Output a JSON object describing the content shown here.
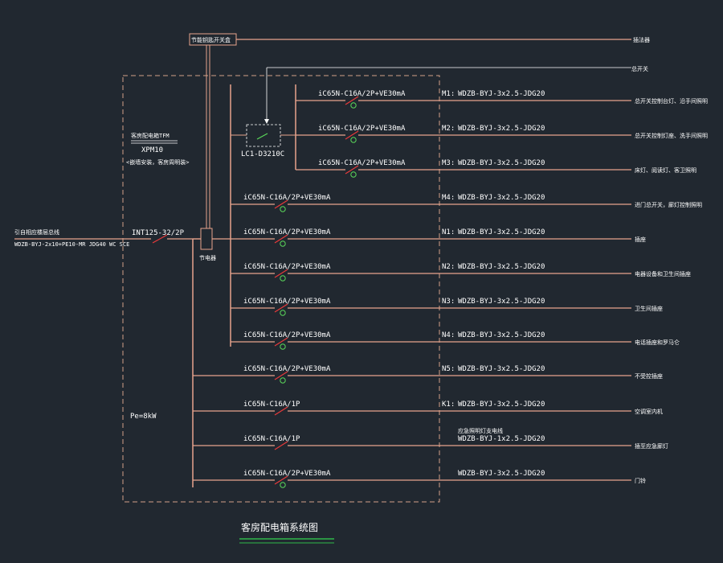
{
  "colors": {
    "background": "#212830",
    "wire": "#e8a38c",
    "breaker": "#e83a3a",
    "text": "#ffffff",
    "rcd": "#5ad85a",
    "border": "#d4a089",
    "underline": "#2fb84a"
  },
  "header_switch_label": "节能钥匙开关盒",
  "feeder": {
    "line1": "引自相应楼层总线",
    "line2": "WDZB-BYJ-2x10+PE10-MR JDG40 WC SCE"
  },
  "main_breaker": "INT125-32/2P",
  "relay_label": "节电器",
  "box_info": {
    "name": "客房配电箱TFM",
    "model": "XPM10",
    "note": "<嵌墙安装，客房周明装>",
    "power": "Pe=8kW"
  },
  "lc_module": "LC1-D3210C",
  "circuits": [
    {
      "breaker": "iC65N-C16A/2P+VE30mA",
      "code": "M1:",
      "cable": "WDZB-BYJ-3x2.5-JDG20",
      "note": "",
      "load": "总开关控制台灯、沿手间照明"
    },
    {
      "breaker": "iC65N-C16A/2P+VE30mA",
      "code": "M2:",
      "cable": "WDZB-BYJ-3x2.5-JDG20",
      "note": "",
      "load": "总开关控制灯座、洗手间照明"
    },
    {
      "breaker": "iC65N-C16A/2P+VE30mA",
      "code": "M3:",
      "cable": "WDZB-BYJ-3x2.5-JDG20",
      "note": "",
      "load": "床灯、阅读灯、客卫照明"
    },
    {
      "breaker": "iC65N-C16A/2P+VE30mA",
      "code": "M4:",
      "cable": "WDZB-BYJ-3x2.5-JDG20",
      "note": "",
      "load": "进门总开关，廊灯控制照明"
    },
    {
      "breaker": "iC65N-C16A/2P+VE30mA",
      "code": "N1:",
      "cable": "WDZB-BYJ-3x2.5-JDG20",
      "note": "",
      "load": "插座"
    },
    {
      "breaker": "iC65N-C16A/2P+VE30mA",
      "code": "N2:",
      "cable": "WDZB-BYJ-3x2.5-JDG20",
      "note": "",
      "load": "电器设备和卫生间插座"
    },
    {
      "breaker": "iC65N-C16A/2P+VE30mA",
      "code": "N3:",
      "cable": "WDZB-BYJ-3x2.5-JDG20",
      "note": "",
      "load": "卫生间插座"
    },
    {
      "breaker": "iC65N-C16A/2P+VE30mA",
      "code": "N4:",
      "cable": "WDZB-BYJ-3x2.5-JDG20",
      "note": "",
      "load": "电话插座和罗马仑"
    },
    {
      "breaker": "iC65N-C16A/2P+VE30mA",
      "code": "N5:",
      "cable": "WDZB-BYJ-3x2.5-JDG20",
      "note": "",
      "load": "不受控插座"
    },
    {
      "breaker": "iC65N-C16A/1P",
      "code": "K1:",
      "cable": "WDZB-BYJ-3x2.5-JDG20",
      "note": "",
      "load": "空调室内机"
    },
    {
      "breaker": "iC65N-C16A/1P",
      "code": "",
      "cable": "WDZB-BYJ-1x2.5-JDG20",
      "note": "应急照明灯支电线",
      "load": "插至应急廊灯"
    },
    {
      "breaker": "iC65N-C16A/2P+VE30mA",
      "code": "",
      "cable": "WDZB-BYJ-3x2.5-JDG20",
      "note": "",
      "load": "门铃"
    }
  ],
  "top_loads": {
    "first": "插法器",
    "second": "总开关"
  },
  "title": "客房配电箱系统图"
}
